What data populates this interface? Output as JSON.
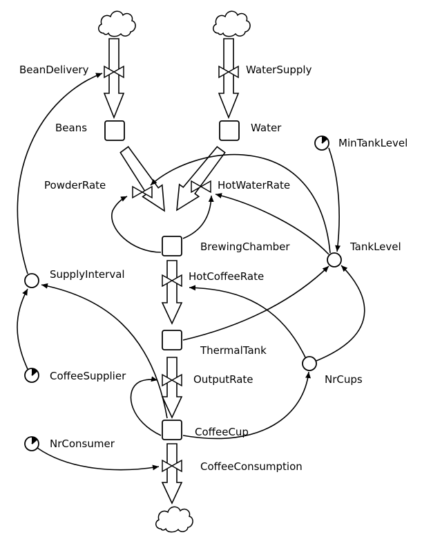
{
  "stocks": {
    "beans": "Beans",
    "water": "Water",
    "brewing_chamber": "BrewingChamber",
    "thermal_tank": "ThermalTank",
    "coffee_cup": "CoffeeCup"
  },
  "flows": {
    "bean_delivery": "BeanDelivery",
    "water_supply": "WaterSupply",
    "powder_rate": "PowderRate",
    "hot_water_rate": "HotWaterRate",
    "hot_coffee_rate": "HotCoffeeRate",
    "output_rate": "OutputRate",
    "coffee_consumption": "CoffeeConsumption"
  },
  "auxiliaries": {
    "tank_level": "TankLevel",
    "supply_interval": "SupplyInterval",
    "nr_cups": "NrCups"
  },
  "constants": {
    "min_tank_level": "MinTankLevel",
    "coffee_supplier": "CoffeeSupplier",
    "nr_consumer": "NrConsumer"
  }
}
